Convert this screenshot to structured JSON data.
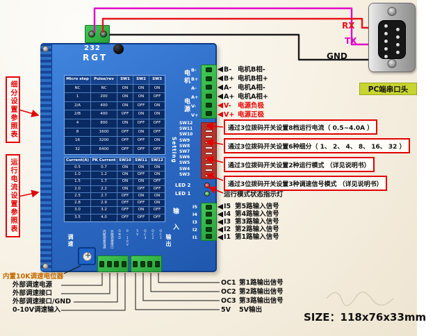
{
  "colors": {
    "accent_red": "#e10000",
    "wire_rx": "#e8131b",
    "wire_tx": "#e400c8",
    "wire_gnd": "#1a1a1a",
    "board_blue": "#2a66c0",
    "terminal_green": "#2fae45",
    "connector_label_yellow": "#c8d430",
    "pot_label_orange": "#c56a00"
  },
  "serial": {
    "rx": "RX",
    "tx": "TX",
    "gnd": "GND",
    "connector_label": "PC端串口头"
  },
  "board": {
    "model_top": "232",
    "model": "RGT",
    "microstep_table": {
      "headers": [
        "Micro step",
        "Pulse/rev",
        "SW1",
        "SW2",
        "SW3"
      ],
      "rows": [
        [
          "NC",
          "NC",
          "ON",
          "ON",
          "ON"
        ],
        [
          "1",
          "200",
          "ON",
          "ON",
          "OFF"
        ],
        [
          "2/A",
          "400",
          "ON",
          "OFF",
          "ON"
        ],
        [
          "2/B",
          "400",
          "OFF",
          "ON",
          "ON"
        ],
        [
          "4",
          "800",
          "ON",
          "OFF",
          "OFF"
        ],
        [
          "8",
          "1600",
          "OFF",
          "ON",
          "OFF"
        ],
        [
          "16",
          "3200",
          "OFF",
          "OFF",
          "ON"
        ],
        [
          "32",
          "6400",
          "OFF",
          "OFF",
          "OFF"
        ]
      ]
    },
    "current_table": {
      "headers": [
        "Current(A)",
        "PK Current",
        "SW10",
        "SW11",
        "SW12"
      ],
      "rows": [
        [
          "0.5",
          "0.7",
          "ON",
          "ON",
          "ON"
        ],
        [
          "1.0",
          "1.2",
          "ON",
          "OFF",
          "ON"
        ],
        [
          "1.5",
          "1.7",
          "ON",
          "ON",
          "OFF"
        ],
        [
          "2.0",
          "2.2",
          "ON",
          "OFF",
          "OFF"
        ],
        [
          "2.5",
          "2.7",
          "OFF",
          "ON",
          "ON"
        ],
        [
          "2.8",
          "2.9",
          "OFF",
          "OFF",
          "ON"
        ],
        [
          "3.0",
          "3.2",
          "OFF",
          "ON",
          "OFF"
        ],
        [
          "3.5",
          "4.0",
          "OFF",
          "OFF",
          "OFF"
        ]
      ]
    },
    "edge": {
      "motor_group": "电机",
      "power_group": "电源",
      "setting_group": "Setting",
      "input_group": "输 入",
      "speed_group": "调速",
      "output_group": "输出",
      "motor_pins": [
        "B-",
        "B+",
        "A-",
        "A+",
        "V-",
        "V+"
      ],
      "sw_labels": [
        "SW12",
        "SW11",
        "SW10",
        "SW9",
        "SW8",
        "SW7",
        "SW6",
        "SW5",
        "SW4",
        "SW3"
      ],
      "led_labels": [
        "LED 2",
        "LED 1"
      ],
      "input_pins": [
        "I5",
        "I4",
        "I3",
        "I2",
        "I1"
      ],
      "speed_pins": [
        "内部调速电源",
        "外部调速接口",
        "GND",
        "0-10V"
      ],
      "output_pins": [
        "5V",
        "OC3",
        "OC2",
        "OC1"
      ]
    }
  },
  "right_labels": {
    "terminals": [
      {
        "pin": "B-",
        "desc": "电机B相-",
        "color": "#111111"
      },
      {
        "pin": "B+",
        "desc": "电机B相+",
        "color": "#111111"
      },
      {
        "pin": "A-",
        "desc": "电机A相-",
        "color": "#111111"
      },
      {
        "pin": "A+",
        "desc": "电机A相+",
        "color": "#111111"
      },
      {
        "pin": "V-",
        "desc": "电源负极",
        "color": "#e60000"
      },
      {
        "pin": "V+",
        "desc": "电源正极",
        "color": "#e60000"
      }
    ],
    "callouts": [
      "通过3位拨码开关设置8档运行电流（ 0.5~4.0A ）",
      "通过3位拨码开关设置6种细分（ 1、 2、 4、 8、 16、 32 ）",
      "通过3位拨码开关设置2种运行模式 （详见说明书）",
      "通过3位拨码开关设置3种调速信号模式 （详见说明书）"
    ],
    "led_note": "运行模式状态指示灯",
    "inputs": [
      {
        "pin": "I5",
        "desc": "第5路输入信号"
      },
      {
        "pin": "I4",
        "desc": "第4路输入信号"
      },
      {
        "pin": "I3",
        "desc": "第3路输入信号"
      },
      {
        "pin": "I2",
        "desc": "第2路输入信号"
      },
      {
        "pin": "I1",
        "desc": "第1路输入信号"
      }
    ]
  },
  "left_labels": {
    "microstep_ref": "细分设置参照表",
    "current_ref": "运行电流设置参照表"
  },
  "bottom_labels": {
    "pot": "内置10K调速电位器",
    "speed": [
      "外部调速电源",
      "外部调速接口",
      "外部调速接口/GND",
      "0-10V调速输入"
    ],
    "outputs": [
      {
        "pin": "OC1",
        "desc": "第1路输出信号"
      },
      {
        "pin": "OC2",
        "desc": "第2路输出信号"
      },
      {
        "pin": "OC3",
        "desc": "第3路输出信号"
      },
      {
        "pin": "5V",
        "desc": "5V输出"
      }
    ],
    "size": "SIZE：118x76x33mm"
  }
}
